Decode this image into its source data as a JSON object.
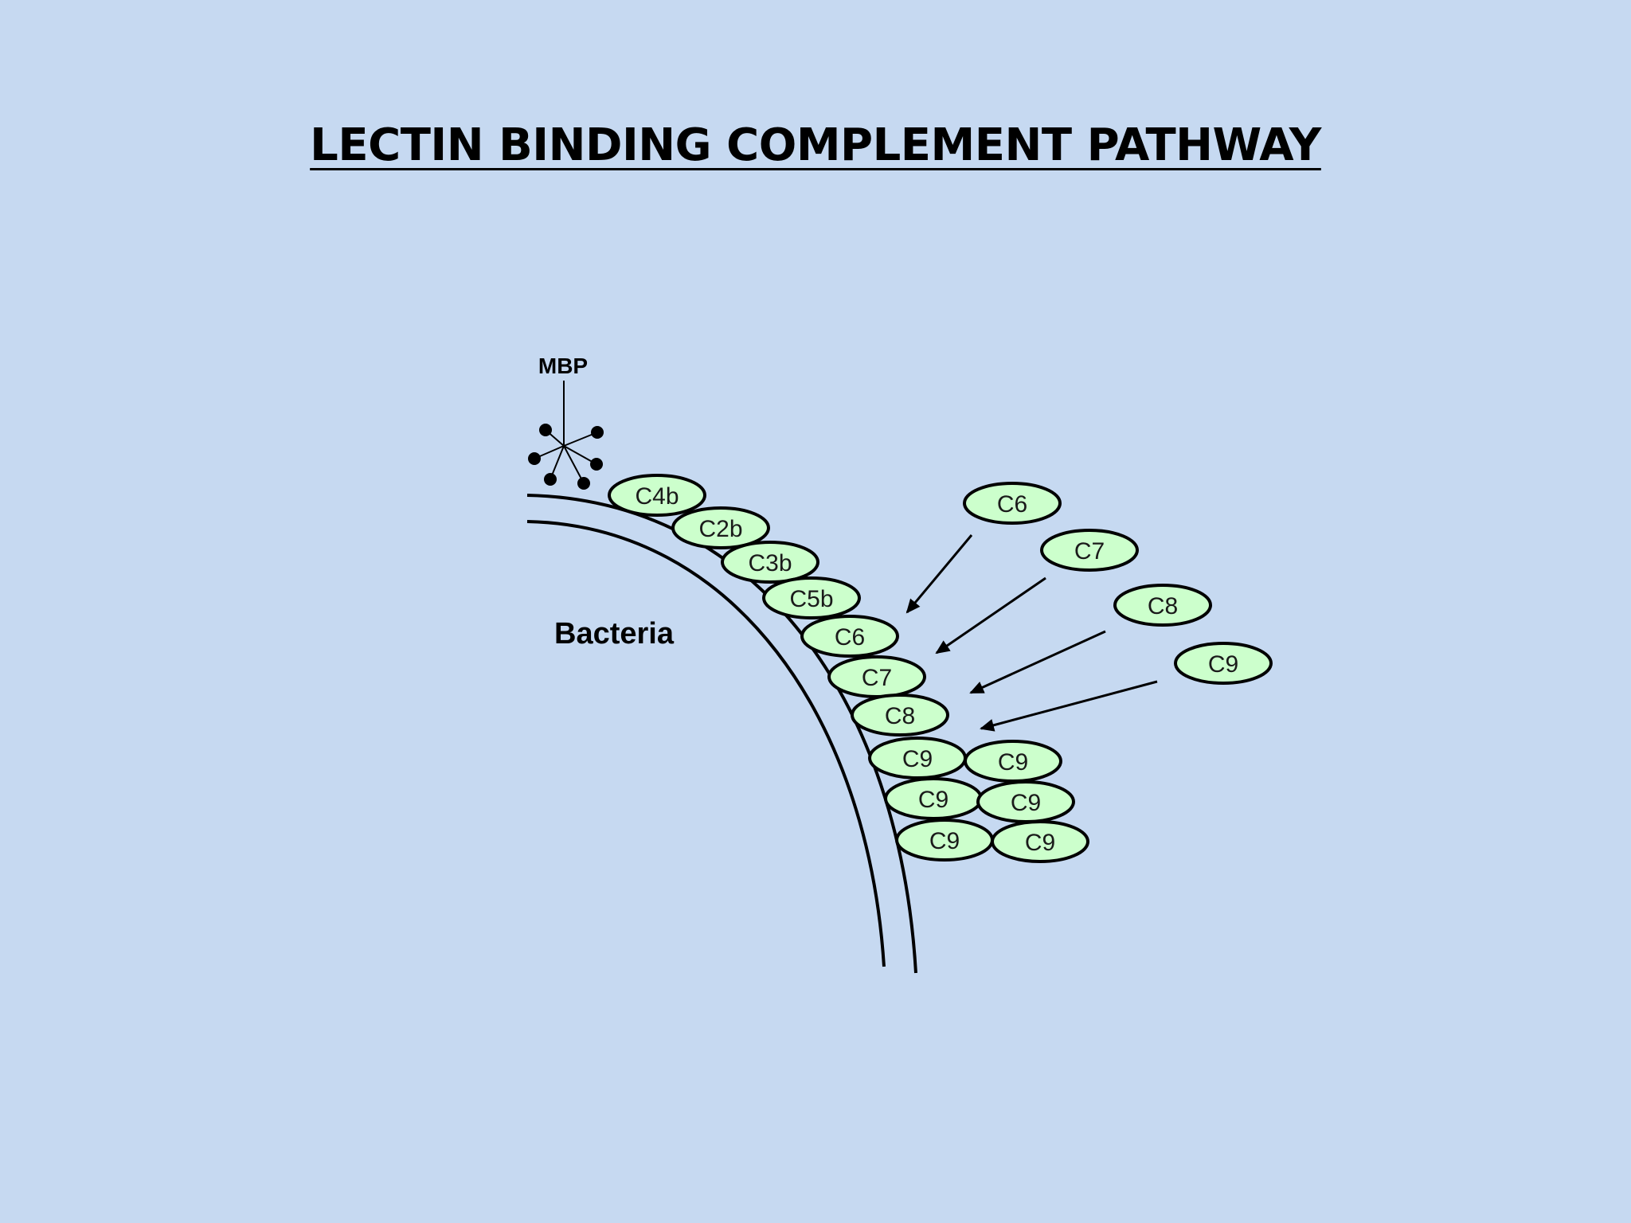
{
  "title": "LECTIN BINDING COMPLEMENT PATHWAY",
  "labels": {
    "mbp": "MBP",
    "bacteria": "Bacteria"
  },
  "membrane_components": [
    "C4b",
    "C2b",
    "C3b",
    "C5b",
    "C6",
    "C7",
    "C8"
  ],
  "c9_pore_components": [
    "C9",
    "C9",
    "C9",
    "C9",
    "C9",
    "C9"
  ],
  "incoming_components": [
    "C6",
    "C7",
    "C8",
    "C9"
  ],
  "colors": {
    "background": "#c6d9f1",
    "component_fill": "#ccffcc",
    "outline": "#000000"
  }
}
